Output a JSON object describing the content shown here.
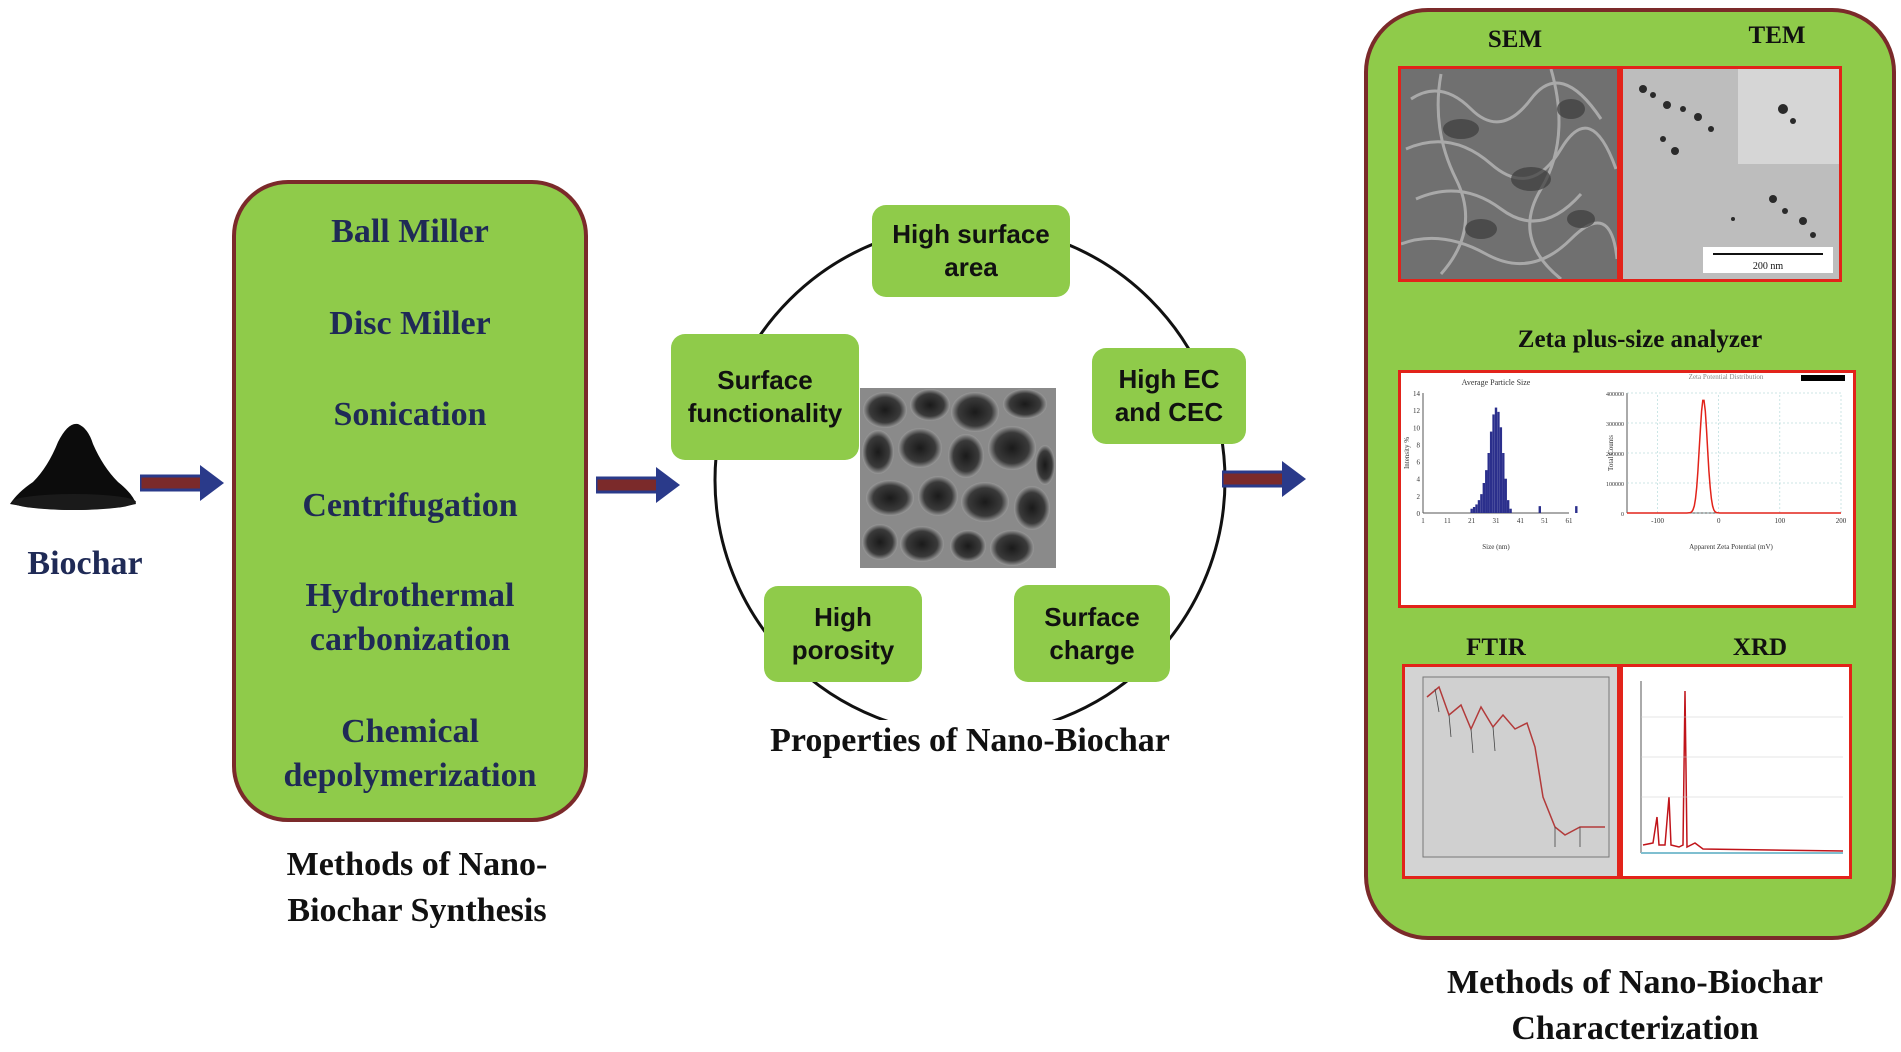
{
  "biochar": {
    "label": "Biochar"
  },
  "synthesis": {
    "methods": [
      "Ball Miller",
      "Disc Miller",
      "Sonication",
      "Centrifugation",
      "Hydrothermal carbonization",
      "Chemical depolymerization"
    ],
    "caption": "Methods of Nano-Biochar Synthesis"
  },
  "properties": {
    "items": {
      "surface_area": "High surface\narea",
      "ec_cec": "High EC\nand CEC",
      "surface_charge": "Surface\ncharge",
      "porosity": "High\nporosity",
      "functionality": "Surface\nfunctionality"
    },
    "caption": "Properties of  Nano-Biochar"
  },
  "characterization": {
    "sem": "SEM",
    "tem": "TEM",
    "tem_scale": "200 nm",
    "zeta": "Zeta plus-size analyzer",
    "size_chart": {
      "title": "Average Particle Size",
      "xlabel": "Size (nm)",
      "ylabel": "Intensity %",
      "x_ticks": [
        "1",
        "11",
        "21",
        "31",
        "41",
        "51",
        "61"
      ],
      "y_ticks": [
        "0",
        "2",
        "4",
        "6",
        "8",
        "10",
        "12",
        "14"
      ]
    },
    "zeta_chart": {
      "title": "Zeta Potential Distribution",
      "xlabel": "Apparent Zeta Potential (mV)",
      "ylabel": "Total Counts",
      "x_ticks": [
        "-100",
        "0",
        "100",
        "200"
      ],
      "y_ticks": [
        "0",
        "100000",
        "200000",
        "300000",
        "400000"
      ]
    },
    "ftir": "FTIR",
    "xrd": "XRD",
    "caption": "Methods of Nano-Biochar Characterization"
  },
  "colors": {
    "box_green": "#8fcb4a",
    "border_brown": "#7b2a2a",
    "text_navy": "#1f2a56",
    "frame_red": "#e2231a"
  }
}
